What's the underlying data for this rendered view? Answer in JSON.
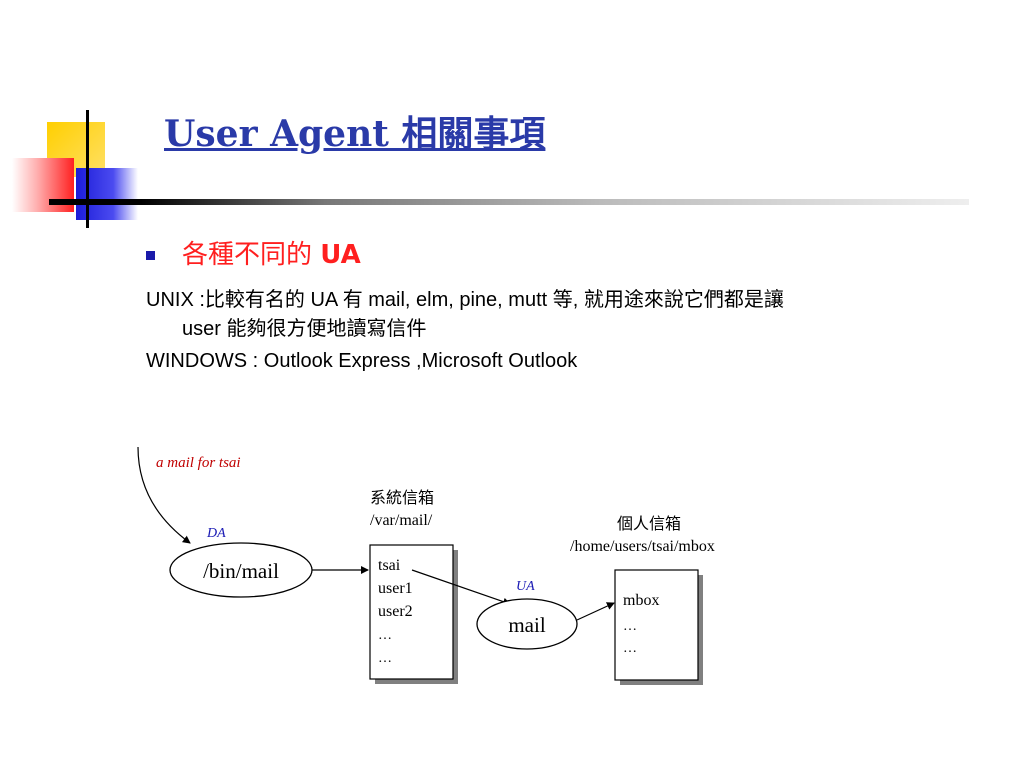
{
  "slide": {
    "title": "User Agent 相關事項",
    "bullet": {
      "label": "各種不同的",
      "strong": "UA"
    },
    "lines": [
      "UNIX :比較有名的 UA 有 mail, elm, pine, mutt 等, 就用途來說它們都是讓",
      "user 能夠很方便地讀寫信件",
      "WINDOWS : Outlook Express ,Microsoft Outlook"
    ]
  },
  "diagram": {
    "incoming_label": "a mail for tsai",
    "da_label": "DA",
    "da_node": "/bin/mail",
    "system_mailbox_title": "系統信箱",
    "system_mailbox_path": "/var/mail/",
    "system_mailbox_items": [
      "tsai",
      "user1",
      "user2",
      "…",
      "…"
    ],
    "ua_label": "UA",
    "ua_node": "mail",
    "personal_mailbox_title": "個人信箱",
    "personal_mailbox_path": "/home/users/tsai/mbox",
    "personal_mailbox_items": [
      "mbox",
      "…",
      "…"
    ]
  }
}
